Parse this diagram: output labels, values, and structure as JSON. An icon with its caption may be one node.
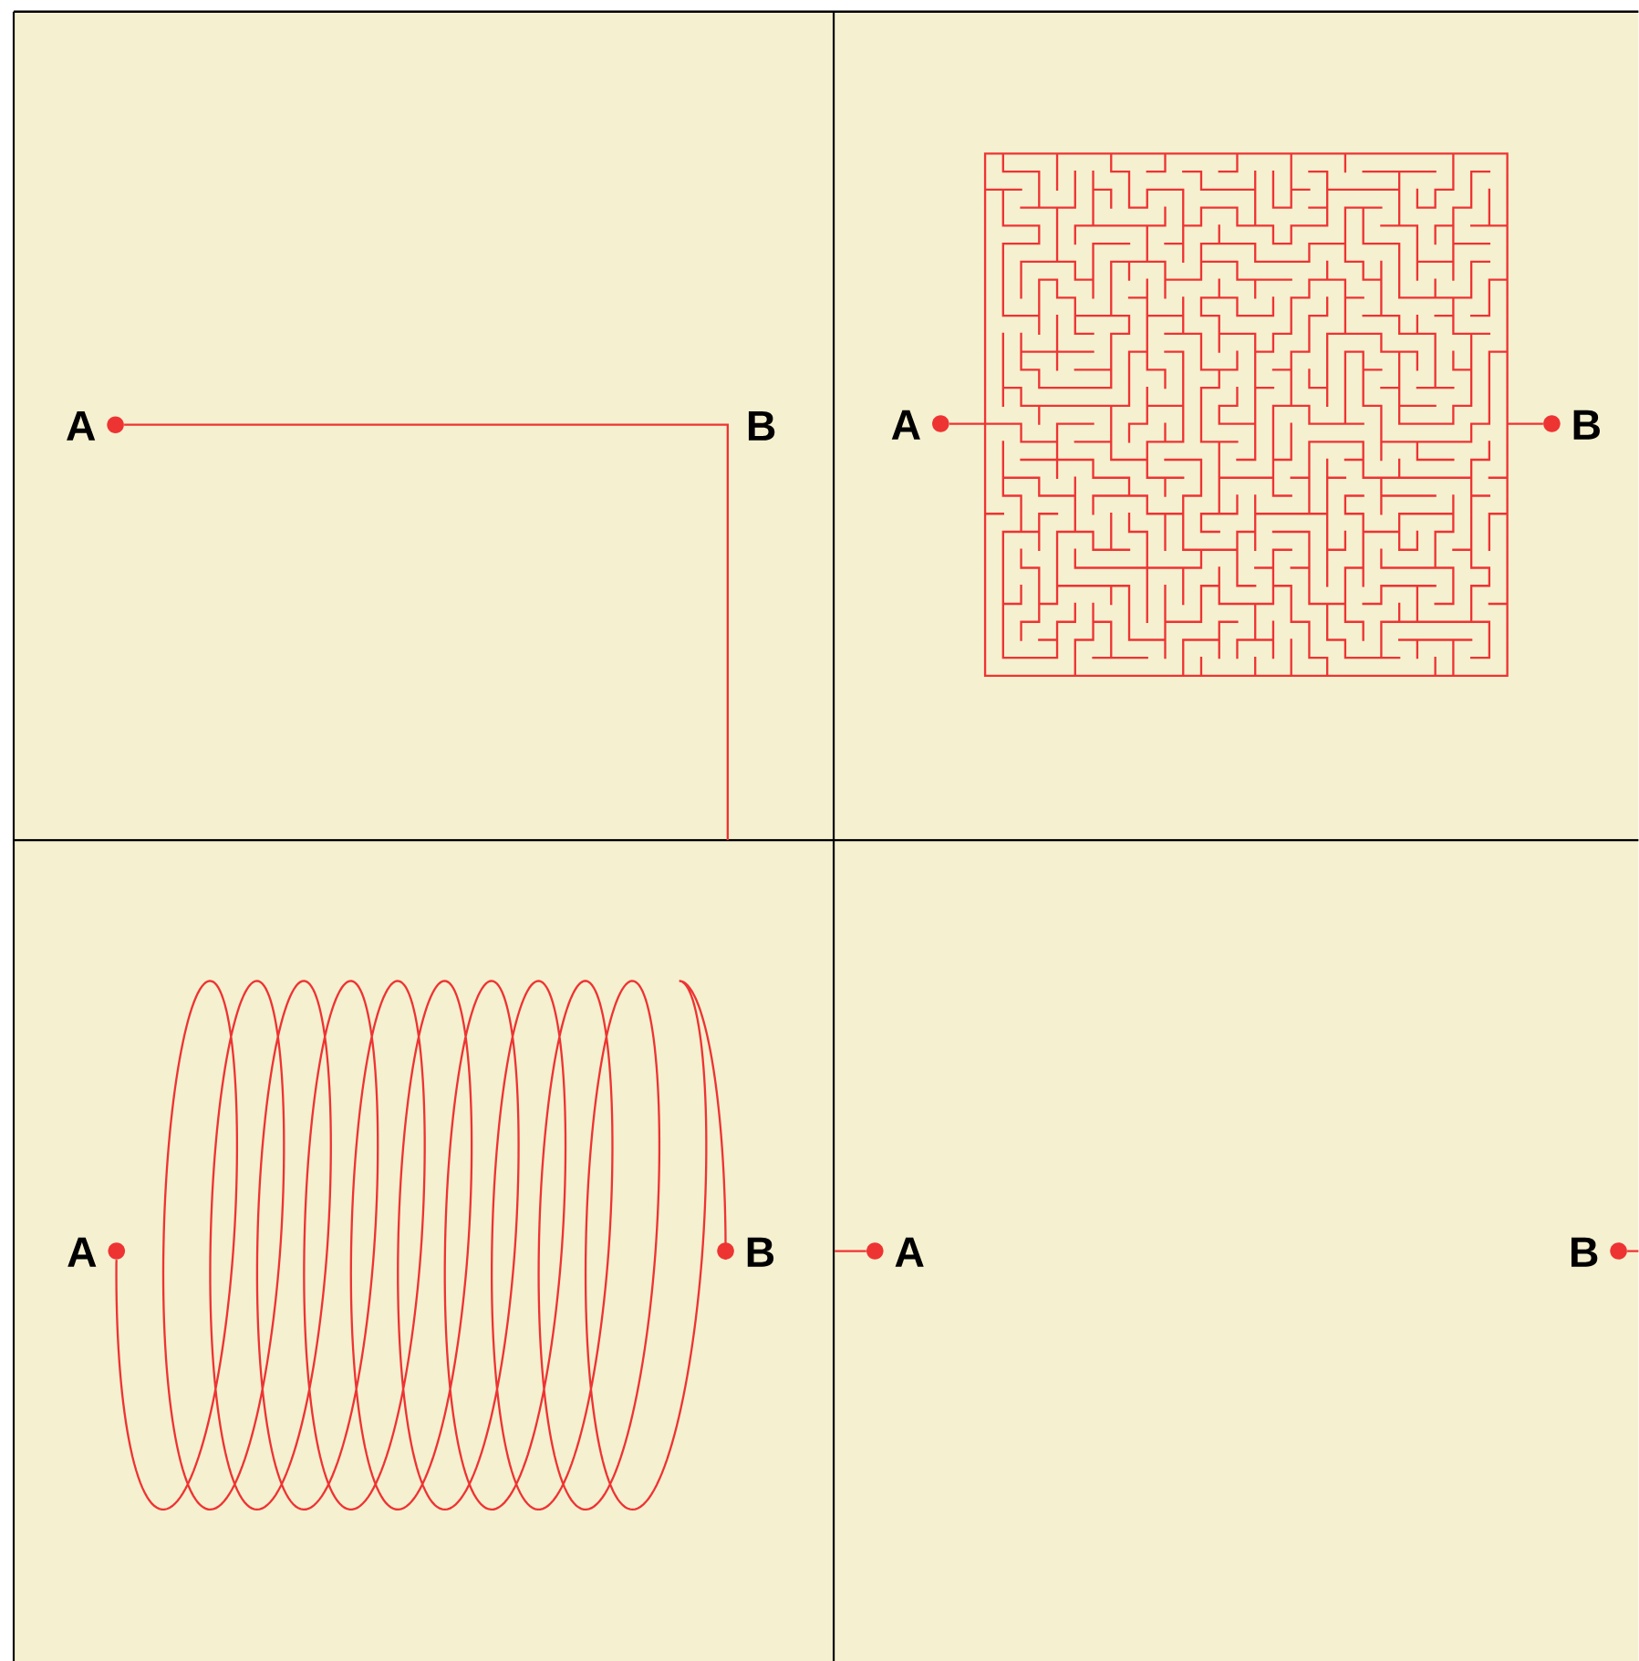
{
  "diagram": {
    "nodes": [
      {
        "text": [
          "A"
        ]
      },
      {
        "text": [
          "B"
        ]
      },
      {
        "text": [
          "A"
        ]
      },
      {
        "text": [],
        "shape": "picture"
      },
      {
        "text": [
          "B"
        ]
      },
      {
        "text": [
          "A"
        ]
      },
      {
        "text": [
          "B"
        ]
      },
      {
        "text": [
          "A"
        ]
      },
      {
        "text": [
          "B"
        ]
      }
    ],
    "edges": [
      {
        "from": 0,
        "to": null,
        "arrow": "none"
      },
      {
        "from": 2,
        "to": 3,
        "arrow": "none"
      },
      {
        "from": 3,
        "to": 4,
        "arrow": "none"
      },
      {
        "from": 5,
        "to": 6,
        "arrow": "none"
      },
      {
        "from": null,
        "to": 7,
        "arrow": "none"
      },
      {
        "from": 8,
        "to": null,
        "arrow": "none"
      }
    ]
  }
}
